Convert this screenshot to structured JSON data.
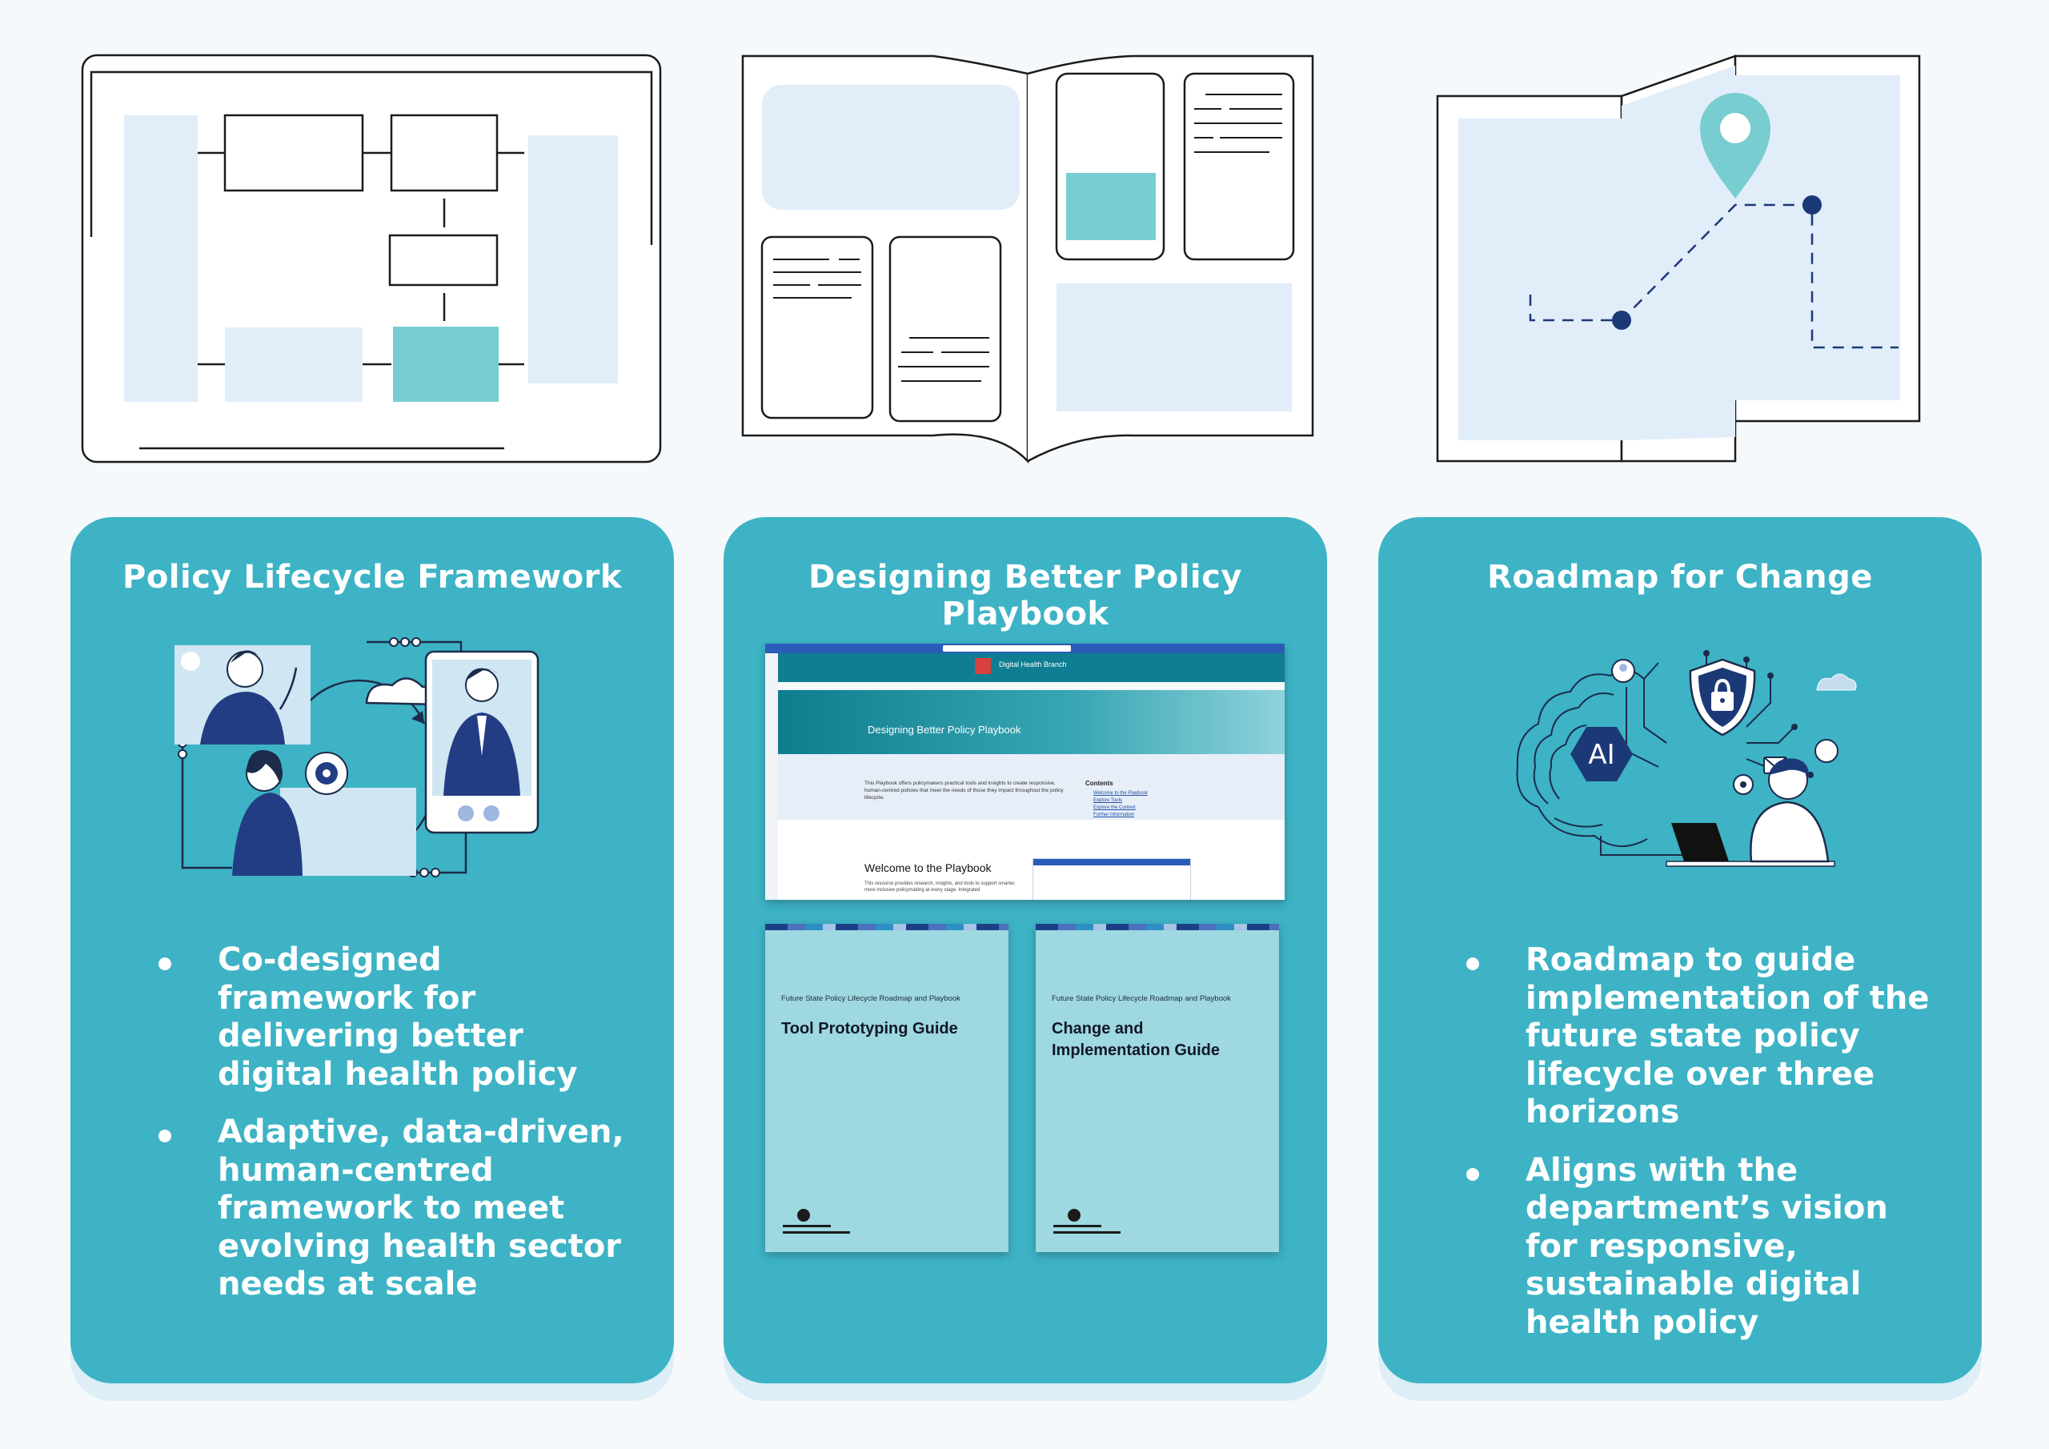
{
  "colors": {
    "card_bg": "#3db3c5",
    "page_bg": "#f5f9fc",
    "light_fill": "#e1edf9",
    "teal": "#78cdd1",
    "navy": "#1c3977"
  },
  "cards": [
    {
      "title": "Policy Lifecycle Framework",
      "bullets": [
        "Co-designed framework for delivering better digital health policy",
        "Adaptive, data-driven, human-centred framework to meet evolving health sector needs at scale"
      ]
    },
    {
      "title": "Designing Better Policy Playbook",
      "screenshot": {
        "banner": "Digital Health Branch",
        "hero_title": "Designing Better Policy Playbook",
        "intro": "This Playbook offers policymakers practical tools and insights to create responsive, human-centred policies that meet the needs of those they impact throughout the policy lifecycle.",
        "contents_heading": "Contents",
        "contents_links": [
          "Welcome to the Playbook",
          "Explore Tools",
          "Explore the Context",
          "Further Information"
        ],
        "welcome_heading": "Welcome to the Playbook",
        "welcome_text": "This resource provides research, insights, and tools to support smarter, more inclusive policymaking at every stage. Integrated"
      },
      "documents": [
        {
          "supertitle": "Future State Policy Lifecycle Roadmap and Playbook",
          "title": "Tool Prototyping Guide"
        },
        {
          "supertitle": "Future State Policy Lifecycle Roadmap and Playbook",
          "title": "Change and Implementation Guide"
        }
      ]
    },
    {
      "title": "Roadmap for Change",
      "illustration_badge": "AI",
      "bullets": [
        "Roadmap to guide implementation of the future state policy lifecycle over three horizons",
        "Aligns with the department’s vision for responsive, sustainable digital health policy"
      ]
    }
  ]
}
